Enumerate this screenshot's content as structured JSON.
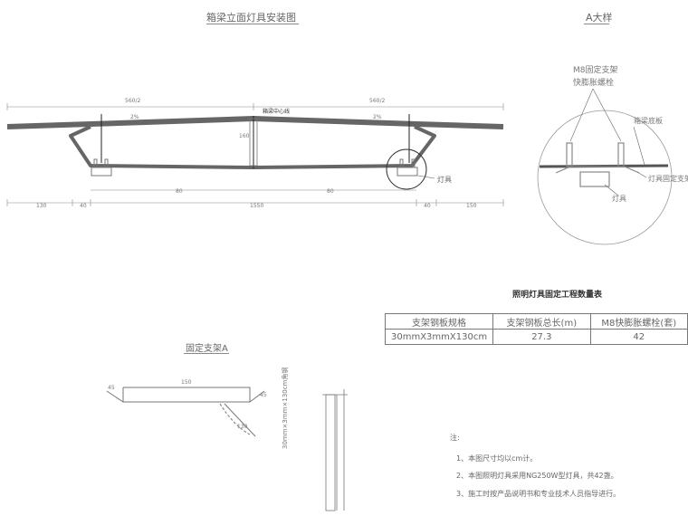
{
  "titles": {
    "elevation": "箱梁立面灯具安装图",
    "detail_a": "A大样",
    "bracket_a": "固定支架A",
    "table": "照明灯具固定工程数量表",
    "notes": "注:"
  },
  "elevation_labels": {
    "dim_top_left": "560/2",
    "dim_top_right": "560/2",
    "slope_left": "2%",
    "slope_right": "2%",
    "center_mark": "箱梁中心线",
    "height": "160",
    "lamp": "灯具",
    "bottom_left_1": "130",
    "bottom_left_2": "40",
    "bottom_center": "1550",
    "bottom_right_1": "40",
    "bottom_right_2": "150",
    "inner_left": "80",
    "inner_right": "80"
  },
  "detail_labels": {
    "bracket_bolt_1": "M8固定支架",
    "bracket_bolt_2": "快膨胀螺栓",
    "bottom_plate": "箱梁底板",
    "fixed_bracket": "灯具固定支架",
    "lamp": "灯具"
  },
  "bracket_labels": {
    "len_top": "150",
    "len_bottom": "130",
    "angle_left": "45",
    "angle_right": "45",
    "side_bar": "30mm×3mm×130cm角钢"
  },
  "quantity_table": {
    "headers": [
      "支架钢板规格",
      "支架钢板总长(m)",
      "M8快膨胀螺栓(套)"
    ],
    "row": [
      "30mmX3mmX130cm",
      "27.3",
      "42"
    ]
  },
  "notes": [
    "1、本图尺寸均以cm计。",
    "2、本图照明灯具采用NG250W型灯具，共42盏。",
    "3、施工时按产品说明书和专业技术人员指导进行。"
  ]
}
